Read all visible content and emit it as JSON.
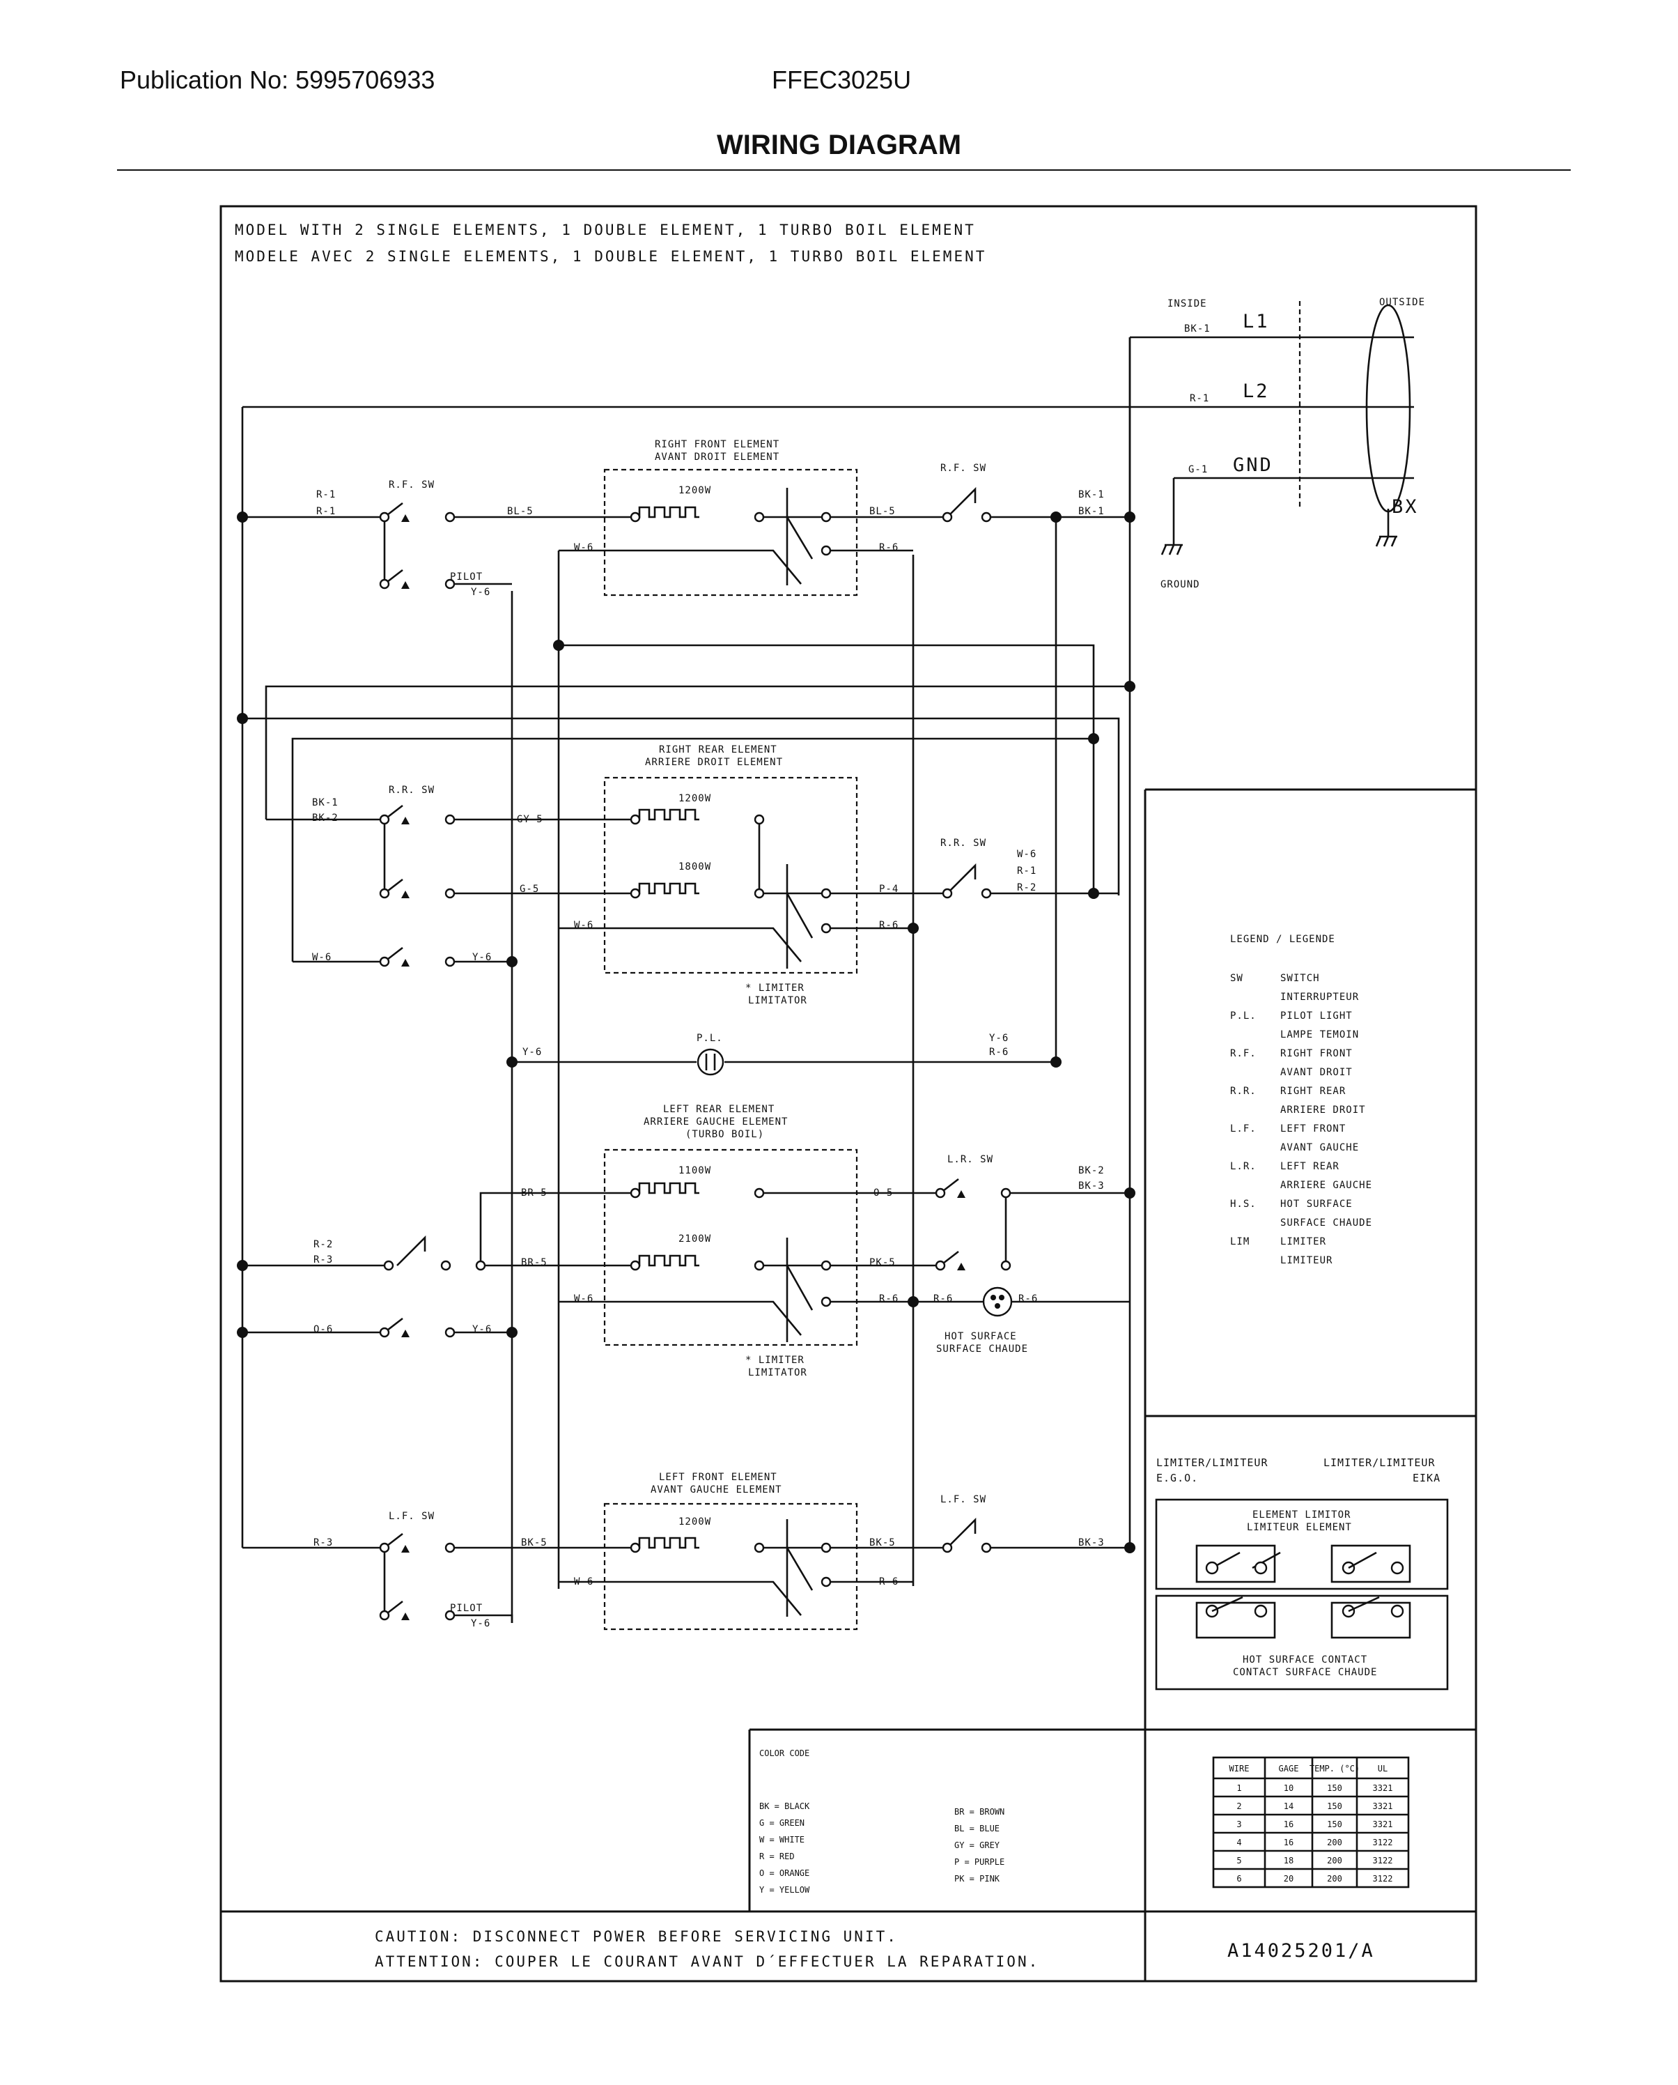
{
  "header": {
    "publication": "Publication No: 5995706933",
    "model": "FFEC3025U",
    "title": "WIRING DIAGRAM"
  },
  "model_lines": [
    "MODEL WITH 2 SINGLE ELEMENTS, 1 DOUBLE ELEMENT, 1 TURBO BOIL ELEMENT",
    "MODELE AVEC 2 SINGLE ELEMENTS, 1 DOUBLE ELEMENT, 1 TURBO BOIL ELEMENT"
  ],
  "supply": {
    "inside": "INSIDE",
    "outside": "OUTSIDE",
    "l1": "L1",
    "l2": "L2",
    "gnd": "GND",
    "bx": "BX",
    "ground": "GROUND",
    "l1_wire": "BK-1",
    "l2_wire": "R-1",
    "gnd_wire": "G-1"
  },
  "sections": {
    "rf": {
      "title1": "RIGHT FRONT ELEMENT",
      "title2": "AVANT DROIT ELEMENT",
      "switch": "R.F. SW",
      "watt": "1200W",
      "left_wire1": "R-1",
      "left_wire2": "R-1",
      "feed": "BL-5",
      "out": "BL-5",
      "neutral": "W-6",
      "ret": "R-6",
      "pilot": "PILOT",
      "pilot_wire": "Y-6",
      "right1": "BK-1",
      "right2": "BK-1"
    },
    "rr": {
      "title1": "RIGHT REAR ELEMENT",
      "title2": "ARRIERE DROIT ELEMENT",
      "switch": "R.R. SW",
      "watt1": "1200W",
      "watt2": "1800W",
      "left1": "BK-1",
      "left2": "BK-2",
      "feed1": "GY-5",
      "feed2": "G-5",
      "out": "P-4",
      "neutral": "W-6",
      "ret": "R-6",
      "s_left": "W-6",
      "s_right": "Y-6",
      "right1": "W-6",
      "right2": "R-1",
      "right3": "R-2",
      "limiter1": "* LIMITER",
      "limiter2": "LIMITATOR"
    },
    "pl": {
      "label": "P.L.",
      "left": "Y-6",
      "right1": "Y-6",
      "right2": "R-6"
    },
    "lr": {
      "title1": "LEFT REAR ELEMENT",
      "title2": "ARRIERE GAUCHE ELEMENT",
      "title3": "(TURBO BOIL)",
      "switch": "L.R. SW",
      "watt1": "1100W",
      "watt2": "2100W",
      "left1": "R-2",
      "left2": "R-3",
      "feed1": "BR-5",
      "feed2": "BR-5",
      "out1": "O-5",
      "out2": "PK-5",
      "neutral": "W-6",
      "ret": "R-6",
      "s_left": "O-6",
      "s_right": "Y-6",
      "right1": "BK-2",
      "right2": "BK-3",
      "hs_left": "R-6",
      "hs_right": "R-6",
      "hs1": "HOT SURFACE",
      "hs2": "SURFACE CHAUDE",
      "limiter1": "* LIMITER",
      "limiter2": "LIMITATOR"
    },
    "lf": {
      "title1": "LEFT FRONT ELEMENT",
      "title2": "AVANT GAUCHE ELEMENT",
      "switch": "L.F. SW",
      "watt": "1200W",
      "left": "R-3",
      "feed": "BK-5",
      "out": "BK-5",
      "neutral": "W-6",
      "ret": "R-6",
      "pilot": "PILOT",
      "pilot_wire": "Y-6",
      "right": "BK-3"
    }
  },
  "legend": {
    "title": "LEGEND / LEGENDE",
    "items": [
      {
        "key": "SW",
        "en": "SWITCH",
        "fr": "INTERRUPTEUR"
      },
      {
        "key": "P.L.",
        "en": "PILOT LIGHT",
        "fr": "LAMPE TEMOIN"
      },
      {
        "key": "R.F.",
        "en": "RIGHT FRONT",
        "fr": "AVANT DROIT"
      },
      {
        "key": "R.R.",
        "en": "RIGHT REAR",
        "fr": "ARRIERE DROIT"
      },
      {
        "key": "L.F.",
        "en": "LEFT FRONT",
        "fr": "AVANT GAUCHE"
      },
      {
        "key": "L.R.",
        "en": "LEFT REAR",
        "fr": "ARRIERE GAUCHE"
      },
      {
        "key": "H.S.",
        "en": "HOT SURFACE",
        "fr": "SURFACE CHAUDE"
      },
      {
        "key": "LIM",
        "en": "LIMITER",
        "fr": "LIMITEUR"
      }
    ]
  },
  "limiter_box": {
    "ego1": "LIMITER/LIMITEUR",
    "ego2": "E.G.O.",
    "eika1": "LIMITER/LIMITEUR",
    "eika2": "EIKA",
    "el1": "ELEMENT LIMITOR",
    "el2": "LIMITEUR ELEMENT",
    "hs1": "HOT SURFACE CONTACT",
    "hs2": "CONTACT SURFACE CHAUDE"
  },
  "color_code": {
    "title": "COLOR CODE",
    "left": [
      "BK = BLACK",
      "G = GREEN",
      "W = WHITE",
      "R = RED",
      "O = ORANGE",
      "Y = YELLOW"
    ],
    "right": [
      "BR = BROWN",
      "BL = BLUE",
      "GY = GREY",
      "P = PURPLE",
      "PK = PINK"
    ]
  },
  "wire_table": {
    "headers": [
      "WIRE",
      "GAGE",
      "TEMP. (°C)",
      "UL"
    ],
    "rows": [
      [
        "1",
        "10",
        "150",
        "3321"
      ],
      [
        "2",
        "14",
        "150",
        "3321"
      ],
      [
        "3",
        "16",
        "150",
        "3321"
      ],
      [
        "4",
        "16",
        "200",
        "3122"
      ],
      [
        "5",
        "18",
        "200",
        "3122"
      ],
      [
        "6",
        "20",
        "200",
        "3122"
      ]
    ]
  },
  "footer": {
    "caution": "CAUTION:  DISCONNECT POWER BEFORE SERVICING UNIT.",
    "attention": "ATTENTION: COUPER LE COURANT AVANT D´EFFECTUER LA REPARATION.",
    "part": "A14025201/A"
  }
}
